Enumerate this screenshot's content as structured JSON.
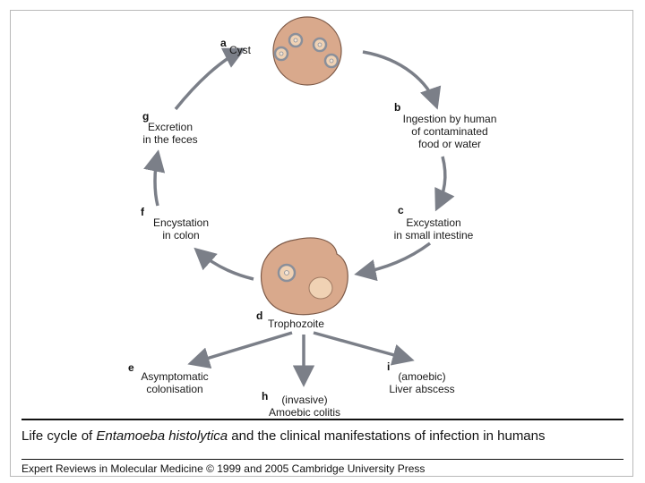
{
  "stages": {
    "a": {
      "letter": "a",
      "text": "Cyst"
    },
    "b": {
      "letter": "b",
      "line1": "Ingestion by human",
      "line2": "of contaminated",
      "line3": "food or water"
    },
    "c": {
      "letter": "c",
      "line1": "Excystation",
      "line2": "in small intestine"
    },
    "d": {
      "letter": "d",
      "text": "Trophozoite"
    },
    "e": {
      "letter": "e",
      "line1": "Asymptomatic",
      "line2": "colonisation"
    },
    "f": {
      "letter": "f",
      "line1": "Encystation",
      "line2": "in colon"
    },
    "g": {
      "letter": "g",
      "line1": "Excretion",
      "line2": "in the feces"
    },
    "h": {
      "letter": "h",
      "line1": "(invasive)",
      "line2": "Amoebic colitis"
    },
    "i": {
      "letter": "i",
      "line1": "(amoebic)",
      "line2": "Liver abscess"
    }
  },
  "caption": {
    "prefix": "Life cycle of ",
    "species": "Entamoeba histolytica",
    "suffix": " and the clinical manifestations of infection in humans",
    "source": "Expert Reviews in Molecular Medicine © 1999 and 2005 Cambridge University Press"
  },
  "colors": {
    "cell_fill": "#d9a98c",
    "cell_stroke": "#7d5a48",
    "arrow": "#7b7f88",
    "nucleus_ring": "#8a8f9a",
    "vacuole": "#f0d2b4"
  }
}
